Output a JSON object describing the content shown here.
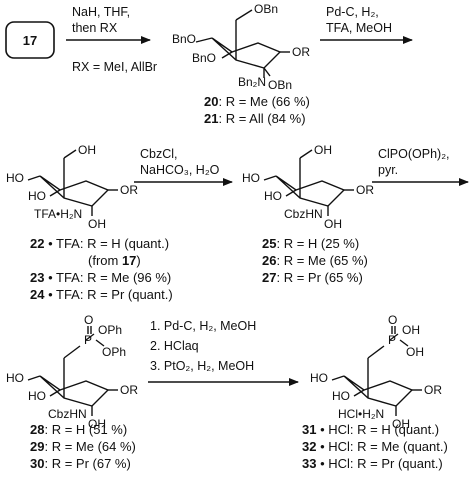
{
  "step1": {
    "start_compound": "17",
    "reagents": [
      "NaH, THF,",
      "then RX"
    ],
    "rx_note": "RX = MeI, AllBr",
    "product_atoms": {
      "obn_top": "OBn",
      "bno_left": "BnO",
      "bno_mid": "BnO",
      "or_right": "OR",
      "bn2n": "Bn₂N",
      "obn_bottom": "OBn"
    },
    "products": [
      {
        "id": "20",
        "text": ": R = Me (66 %)"
      },
      {
        "id": "21",
        "text": ": R = All (84 %)"
      }
    ]
  },
  "step2": {
    "reagents": [
      "Pd-C, H₂,",
      "TFA, MeOH"
    ],
    "product_atoms": {
      "oh_top": "OH",
      "ho_left": "HO",
      "ho_mid": "HO",
      "or_right": "OR",
      "tfa_amine": "TFA•H₂N",
      "oh_bottom": "OH"
    },
    "products": [
      {
        "id": "22",
        "text": " • TFA: R = H (quant.)"
      },
      {
        "id": "",
        "text": "(from ",
        "ref": "17",
        "tail": ")"
      },
      {
        "id": "23",
        "text": " • TFA: R = Me (96 %)"
      },
      {
        "id": "24",
        "text": " • TFA: R = Pr (quant.)"
      }
    ]
  },
  "step3": {
    "reagents": [
      "CbzCl,",
      "NaHCO₃, H₂O"
    ],
    "product_atoms": {
      "oh_top": "OH",
      "ho_left": "HO",
      "ho_mid": "HO",
      "or_right": "OR",
      "cbzhn": "CbzHN",
      "oh_bottom": "OH"
    },
    "products": [
      {
        "id": "25",
        "text": ": R = H (25 %)"
      },
      {
        "id": "26",
        "text": ": R = Me (65 %)"
      },
      {
        "id": "27",
        "text": ": R = Pr (65 %)"
      }
    ]
  },
  "step4": {
    "reagents": [
      "ClPO(OPh)₂,",
      "pyr."
    ],
    "product_atoms": {
      "o_top": "O",
      "p": "P",
      "oph1": "OPh",
      "oph2": "OPh",
      "ho_left": "HO",
      "ho_mid": "HO",
      "or_right": "OR",
      "cbzhn": "CbzHN",
      "oh_bottom": "OH"
    },
    "products": [
      {
        "id": "28",
        "text": ": R = H (51 %)"
      },
      {
        "id": "29",
        "text": ": R = Me (64 %)"
      },
      {
        "id": "30",
        "text": ": R = Pr (67 %)"
      }
    ]
  },
  "step5": {
    "reagents": [
      "1. Pd-C, H₂, MeOH",
      "2. HClaq",
      "3. PtO₂, H₂, MeOH"
    ],
    "product_atoms": {
      "o_top": "O",
      "p": "P",
      "oh1": "OH",
      "oh2": "OH",
      "ho_left": "HO",
      "ho_mid": "HO",
      "or_right": "OR",
      "hcl_amine": "HCl•H₂N",
      "oh_bottom": "OH"
    },
    "products": [
      {
        "id": "31",
        "text": " • HCl: R = H (quant.)"
      },
      {
        "id": "32",
        "text": " • HCl: R = Me (quant.)"
      },
      {
        "id": "33",
        "text": " • HCl: R = Pr (quant.)"
      }
    ]
  }
}
